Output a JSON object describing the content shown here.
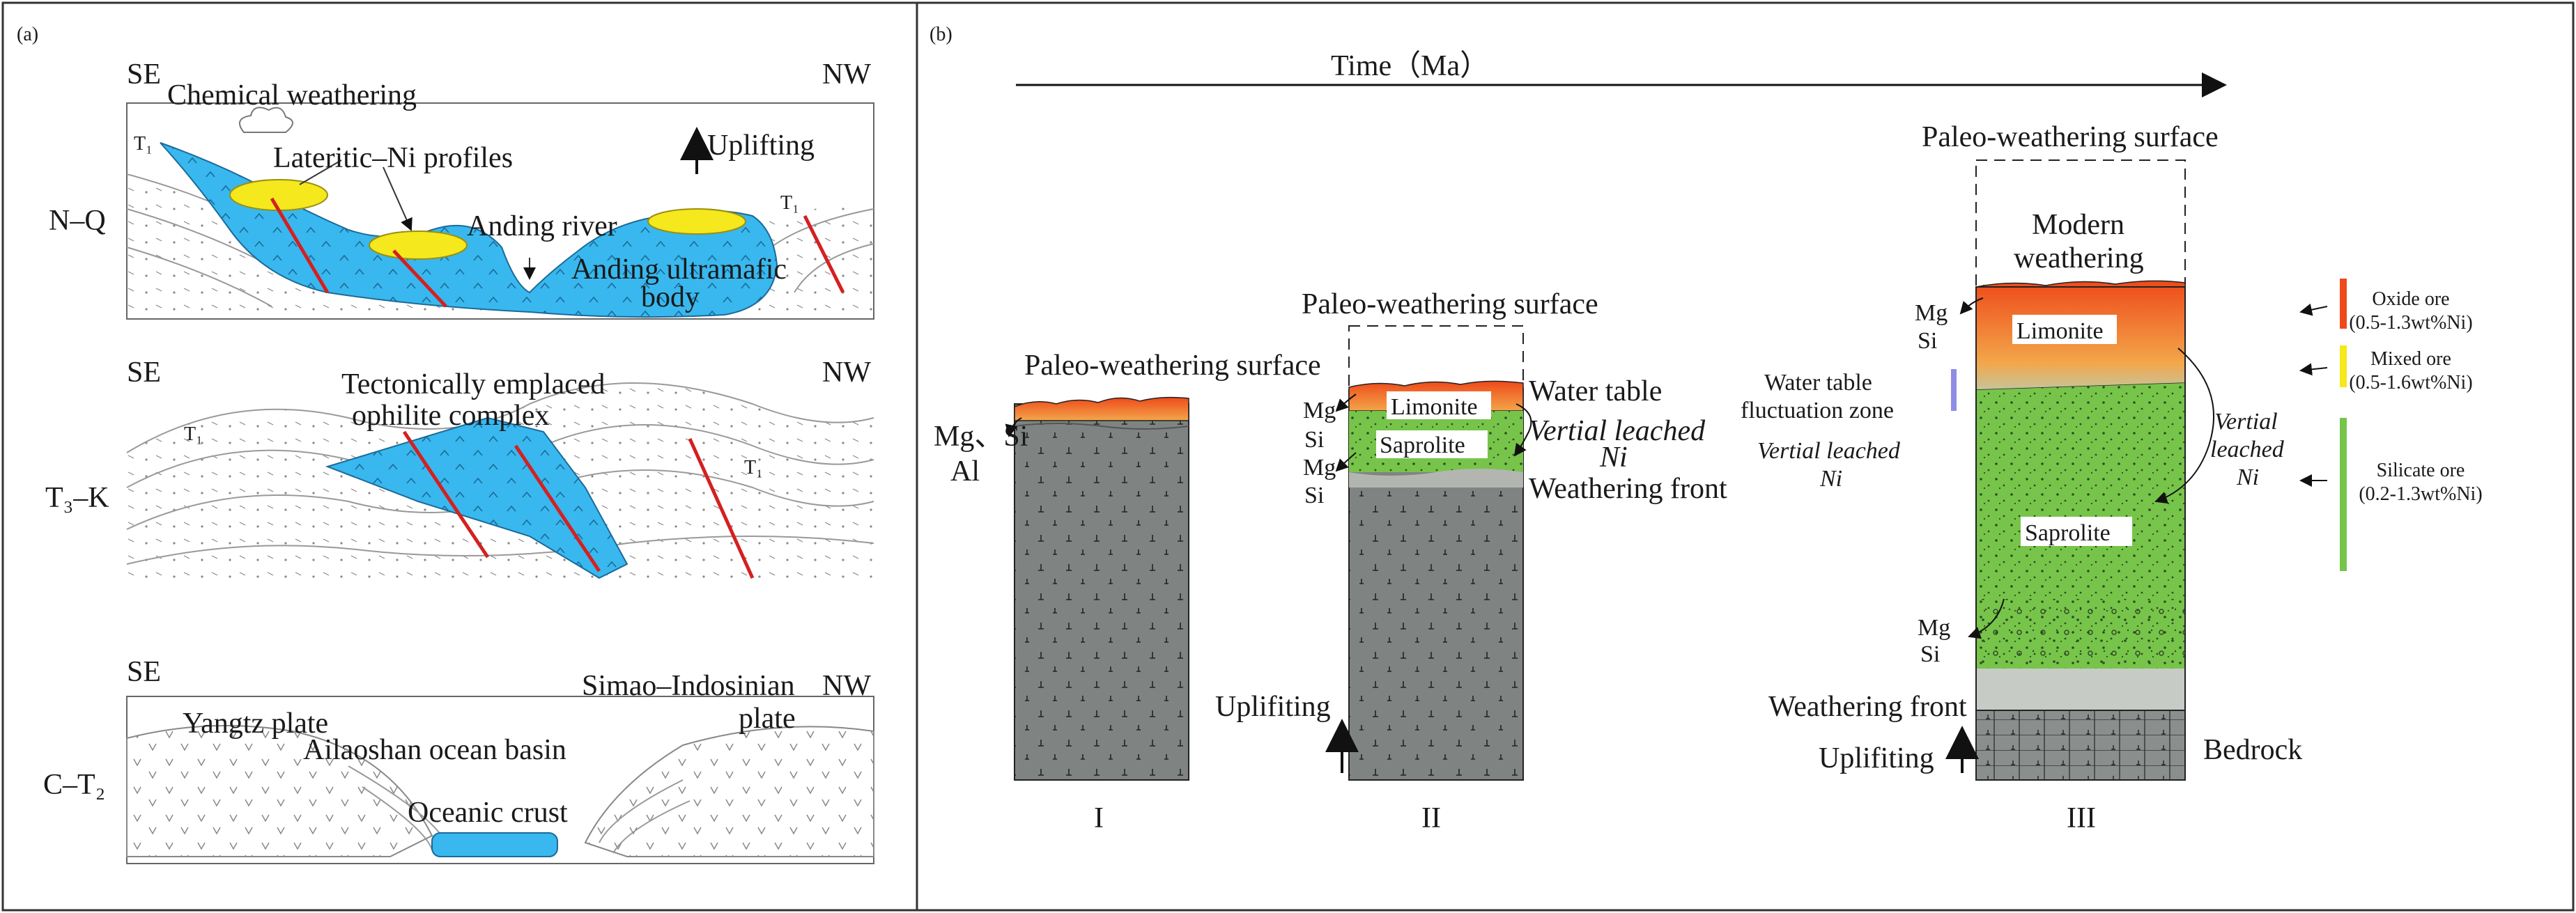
{
  "panel_a": {
    "tag": "(a)",
    "top": {
      "se": "SE",
      "nw": "NW",
      "age": "N–Q",
      "t1_left": "T₁",
      "t1_right": "T₁",
      "chemical_weathering": "Chemical weathering",
      "uplifting": "Uplifting",
      "lateritic_profiles": "Lateritic–Ni profiles",
      "anding_river": "Anding river",
      "ultramafic_1": "Anding ultramafic",
      "ultramafic_2": "body"
    },
    "middle": {
      "se": "SE",
      "nw": "NW",
      "age": "T₃–K",
      "t1_left": "T₁",
      "t1_right": "T₁",
      "ophiolite_1": "Tectonically emplaced",
      "ophiolite_2": "ophilite complex"
    },
    "bottom": {
      "se": "SE",
      "nw": "NW",
      "age": "C–T₂",
      "yangtz": "Yangtz plate",
      "ailaoshan": "Ailaoshan ocean basin",
      "simao_1": "Simao–Indosinian",
      "simao_2": "plate",
      "oceanic_crust": "Oceanic crust"
    }
  },
  "panel_b": {
    "tag": "(b)",
    "time_label": "Time（Ma）",
    "stage1": {
      "title": "Paleo-weathering surface",
      "mg_si": "Mg、Si",
      "al": "Al",
      "roman": "I"
    },
    "stage2": {
      "title": "Paleo-weathering surface",
      "limonite": "Limonite",
      "saprolite": "Saprolite",
      "mg1": "Mg",
      "si1": "Si",
      "mg2": "Mg",
      "si2": "Si",
      "water_table": "Water table",
      "vertial_1": "Vertial leached",
      "vertial_2": "Ni",
      "weathering_front": "Weathering front",
      "uplifting": "Uplifiting",
      "roman": "II"
    },
    "stage3": {
      "title": "Paleo-weathering surface",
      "modern_1": "Modern",
      "modern_2": "weathering",
      "limonite": "Limonite",
      "saprolite": "Saprolite",
      "mg_top": "Mg",
      "si_top": "Si",
      "mg_bottom": "Mg",
      "si_bottom": "Si",
      "fluct_1": "Water table",
      "fluct_2": "fluctuation zone",
      "vleach_left_1": "Vertial leached",
      "vleach_left_2": "Ni",
      "vleach_right_1": "Vertial",
      "vleach_right_2": "leached",
      "vleach_right_3": "Ni",
      "weathering_front": "Weathering front",
      "uplifting": "Uplifiting",
      "bedrock": "Bedrock",
      "roman": "III"
    },
    "ores": [
      {
        "name": "Oxide ore",
        "range": "(0.5-1.3wt%Ni)",
        "color": "#ee4a1a"
      },
      {
        "name": "Mixed ore",
        "range": "(0.5-1.6wt%Ni)",
        "color": "#f5e81c"
      },
      {
        "name": "Silicate ore",
        "range": "(0.2-1.3wt%Ni)",
        "color": "#77c44a"
      }
    ],
    "colors": {
      "bedrock": "#7f8483",
      "limonite_top": "#ee4a1a",
      "limonite_bottom": "#f0a040",
      "saprolite": "#77c44a",
      "ultramafic": "#38b8ee",
      "laterite": "#f5e81c",
      "fault": "#d42020",
      "water_table_bar": "#8e8ee6"
    }
  }
}
